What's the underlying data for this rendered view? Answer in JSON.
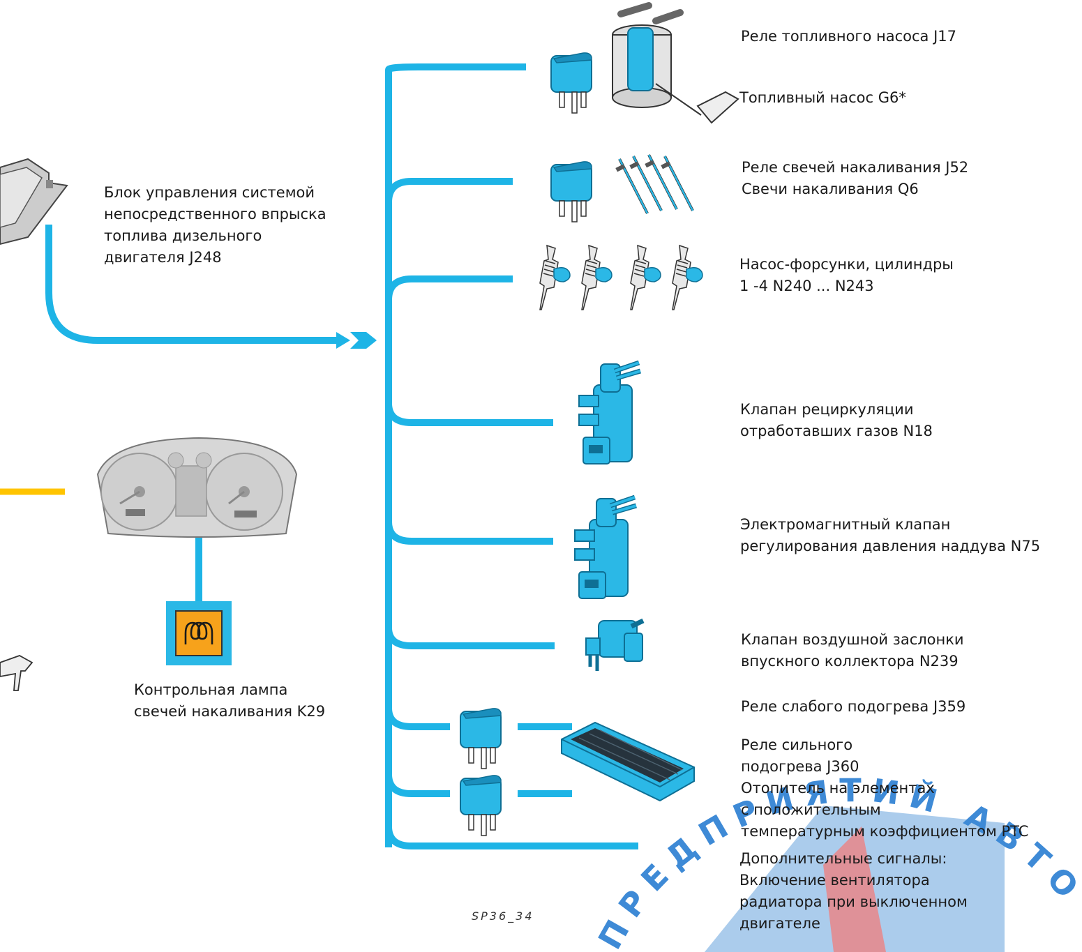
{
  "colors": {
    "bus": "#1EB4E6",
    "component": "#2BB8E6",
    "component_dark": "#0E6F94",
    "warning_lamp": "#F7A21B",
    "yellow_line": "#FFC400",
    "watermark_blue": "#5B9BD5",
    "watermark_red": "#E06D72"
  },
  "control_unit": {
    "label": "Блок управления системой\nнепосредственного впрыска\nтоплива дизельного\nдвигателя J248"
  },
  "warning_lamp": {
    "label": "Контрольная лампа\nсвечей накаливания K29",
    "icon": "glow-plug-coil-icon"
  },
  "outputs": [
    {
      "label": "Реле топливного насоса J17",
      "icon": "relay-icon"
    },
    {
      "label": "Топливный насос G6*",
      "icon": "fuel-pump-icon"
    },
    {
      "label": "Реле свечей накаливания J52\nСвечи накаливания Q6",
      "icon": "glow-plug-icon"
    },
    {
      "label": "Насос-форсунки, цилиндры\n1 -4 N240 ... N243",
      "icon": "injector-icon"
    },
    {
      "label": "Клапан рециркуляции\nотработавших газов N18",
      "icon": "solenoid-valve-icon"
    },
    {
      "label": "Электромагнитный клапан\nрегулирования давления наддува N75",
      "icon": "solenoid-valve-icon"
    },
    {
      "label": "Клапан воздушной заслонки\nвпускного коллектора N239",
      "icon": "flap-valve-icon"
    },
    {
      "label": "Реле слабого подогрева J359",
      "icon": "relay-icon"
    },
    {
      "label": "Реле сильного\nподогрева J360\nОтопитель на элементах\nс положительным\nтемпературным коэффициентом PTC",
      "icon": "ptc-heater-icon"
    },
    {
      "label": "Дополнительные сигналы:\nВключение вентилятора\nрадиатора при выключенном\nдвигателе",
      "icon": ""
    }
  ],
  "figure_code": "SP36_34",
  "watermark": {
    "text": "ПРЕДПРИЯТИЙ АВТОМОБИЛЬНОГО"
  }
}
